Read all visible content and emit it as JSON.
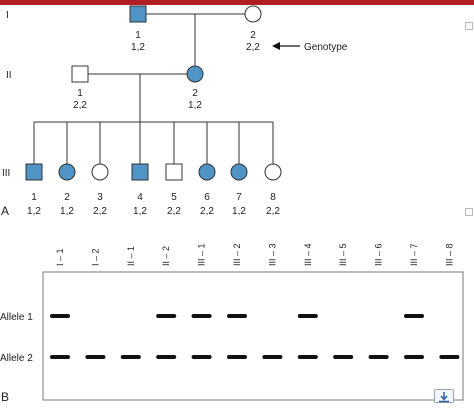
{
  "colors": {
    "affected_fill": "#4f94c4",
    "stroke": "#333333",
    "top_bar": "#b01e23",
    "band": "#111111",
    "gel_border": "#777777"
  },
  "pedigree": {
    "generations": [
      {
        "label": "I",
        "individuals": [
          {
            "number": "1",
            "genotype": "1,2",
            "sex": "male",
            "affected": true
          },
          {
            "number": "2",
            "genotype": "2,2",
            "sex": "female",
            "affected": false
          }
        ]
      },
      {
        "label": "II",
        "individuals": [
          {
            "number": "1",
            "genotype": "2,2",
            "sex": "male",
            "affected": false
          },
          {
            "number": "2",
            "genotype": "1,2",
            "sex": "female",
            "affected": true
          }
        ]
      },
      {
        "label": "III",
        "individuals": [
          {
            "number": "1",
            "genotype": "1,2",
            "sex": "male",
            "affected": true
          },
          {
            "number": "2",
            "genotype": "1,2",
            "sex": "female",
            "affected": true
          },
          {
            "number": "3",
            "genotype": "2,2",
            "sex": "female",
            "affected": false
          },
          {
            "number": "4",
            "genotype": "1,2",
            "sex": "male",
            "affected": true
          },
          {
            "number": "5",
            "genotype": "2,2",
            "sex": "male",
            "affected": false
          },
          {
            "number": "6",
            "genotype": "2,2",
            "sex": "female",
            "affected": true
          },
          {
            "number": "7",
            "genotype": "1,2",
            "sex": "female",
            "affected": true
          },
          {
            "number": "8",
            "genotype": "2,2",
            "sex": "female",
            "affected": false
          }
        ]
      }
    ],
    "genotype_callout": "Genotype",
    "panel_label": "A"
  },
  "gel": {
    "lanes": [
      "I – 1",
      "I – 2",
      "II – 1",
      "II – 2",
      "III – 1",
      "III – 2",
      "III – 3",
      "III – 4",
      "III – 5",
      "III – 6",
      "III – 7",
      "III – 8"
    ],
    "allele_labels": [
      "Allele 1",
      "Allele 2"
    ],
    "allele1_present": [
      true,
      false,
      false,
      true,
      true,
      true,
      false,
      true,
      false,
      false,
      true,
      false
    ],
    "allele2_present": [
      true,
      true,
      true,
      true,
      true,
      true,
      true,
      true,
      true,
      true,
      true,
      true
    ],
    "panel_label": "B"
  }
}
